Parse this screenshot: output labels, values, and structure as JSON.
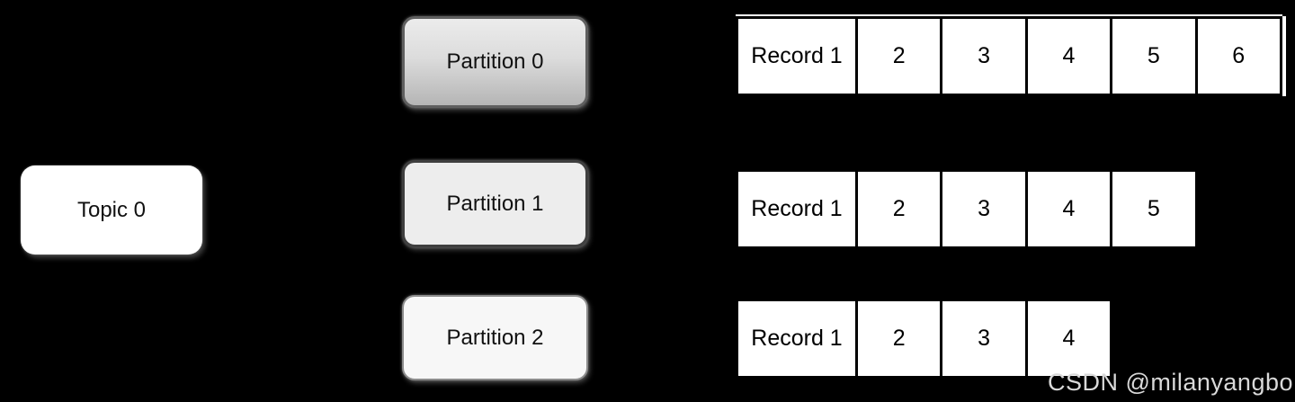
{
  "diagram": {
    "topic": {
      "label": "Topic 0"
    },
    "partitions": [
      {
        "label": "Partition 0"
      },
      {
        "label": "Partition 1"
      },
      {
        "label": "Partition 2"
      }
    ],
    "record_rows": [
      {
        "partition": "Partition 0",
        "cells": [
          "Record 1",
          "2",
          "3",
          "4",
          "5",
          "6"
        ]
      },
      {
        "partition": "Partition 1",
        "cells": [
          "Record 1",
          "2",
          "3",
          "4",
          "5"
        ]
      },
      {
        "partition": "Partition 2",
        "cells": [
          "Record 1",
          "2",
          "3",
          "4"
        ]
      }
    ],
    "watermark": "CSDN @milanyangbo",
    "colors": {
      "background": "#000000",
      "topic_fill": "#ffffff",
      "partition0_fill_top": "#ececec",
      "partition0_fill_bottom": "#b5b5b5",
      "partition1_fill": "#ededed",
      "partition2_fill": "#f7f7f7",
      "cell_fill": "#ffffff",
      "cell_border": "#000000",
      "watermark_color": "#d9d9d9"
    }
  }
}
